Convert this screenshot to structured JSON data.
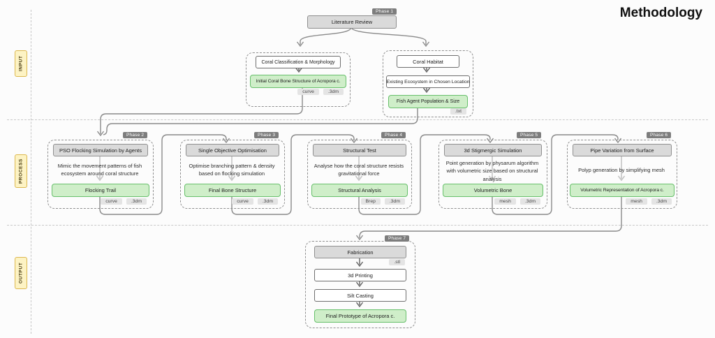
{
  "title": "Methodology",
  "sections": {
    "input": "INPUT",
    "process": "PROCESS",
    "output": "OUTPUT"
  },
  "phase1": {
    "badge": "Phase 1",
    "box": "Literature Review"
  },
  "input_groups": [
    {
      "step1": "Coral Classification & Morphology",
      "result": "Initial Coral Bone Structure of Acropora c.",
      "tags": [
        "curve",
        ".3dm"
      ]
    },
    {
      "step1": "Coral Habitat",
      "step2": "Existing Ecosystem in Chosen Location",
      "result": "Fish Agent Population & Size",
      "tags": [
        ".txt"
      ]
    }
  ],
  "process_phases": [
    {
      "badge": "Phase 2",
      "header": "PSO Flocking Simulation by Agents",
      "description": "Mimic the movement patterns of fish ecosystem around coral structure",
      "result": "Flocking Trail",
      "tags": [
        "curve",
        ".3dm"
      ]
    },
    {
      "badge": "Phase 3",
      "header": "Single Objective Optimisation",
      "description": "Optimise branching pattern & density based on flocking simulation",
      "result": "Final Bone Structure",
      "tags": [
        "curve",
        ".3dm"
      ]
    },
    {
      "badge": "Phase 4",
      "header": "Structural Test",
      "description": "Analyse how the coral structure resists gravitational force",
      "result": "Structural Analysis",
      "tags": [
        "Brep",
        ".3dm"
      ]
    },
    {
      "badge": "Phase 5",
      "header": "3d Stigmergic Simulation",
      "description": "Point generation by physarum algorithm with volumetric size based on structural analysis",
      "result": "Volumetric Bone",
      "tags": [
        "mesh",
        ".3dm"
      ]
    },
    {
      "badge": "Phase 6",
      "header": "Pipe Variation from Surface",
      "description": "Polyp generation by simplifying mesh",
      "result": "Volumetric Representation of Acropora c.",
      "tags": [
        "mesh",
        ".3dm"
      ]
    }
  ],
  "output_phase": {
    "badge": "Phase 7",
    "step1": "Fabrication",
    "tag": ".stl",
    "step2": "3d Printing",
    "step3": "Silt Casting",
    "result": "Final Prototype of Acropora c."
  },
  "colors": {
    "green_fill": "#cfeec9",
    "green_border": "#67bf6b",
    "gray_fill": "#dadada",
    "gray_border": "#8f8f8f",
    "badge_bg": "#7d7d7d",
    "tag_bg": "#e4e4e4",
    "label_yellow_fill": "#fdf3c4",
    "label_yellow_border": "#dcb74e",
    "connector": "#8a8a8a"
  }
}
